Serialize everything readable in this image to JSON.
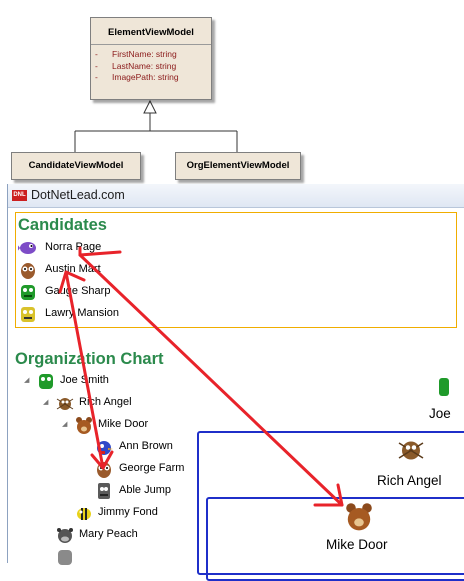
{
  "uml": {
    "base_class": {
      "name": "ElementViewModel",
      "attributes": [
        "FirstName:  string",
        "LastName:  string",
        "ImagePath:  string"
      ]
    },
    "derived_classes": [
      "CandidateViewModel",
      "OrgElementViewModel"
    ]
  },
  "app": {
    "logo_text": "DNL",
    "title": "DotNetLead.com",
    "candidates": {
      "heading": "Candidates",
      "items": [
        {
          "name": "Norra Page",
          "icon": "fish-icon"
        },
        {
          "name": "Austin Mart",
          "icon": "owl-icon"
        },
        {
          "name": "Gauge Sharp",
          "icon": "green-monster-icon"
        },
        {
          "name": "Lawry Mansion",
          "icon": "yellow-monster-icon"
        }
      ]
    },
    "org_chart": {
      "heading": "Organization Chart",
      "tree": [
        {
          "name": "Joe Smith",
          "icon": "green-monster-icon",
          "level": 0
        },
        {
          "name": "Rich Angel",
          "icon": "spider-icon",
          "level": 1
        },
        {
          "name": "Mike Door",
          "icon": "bear-icon",
          "level": 2
        },
        {
          "name": "Ann Brown",
          "icon": "bird-icon",
          "level": 3
        },
        {
          "name": "George Farm",
          "icon": "owl-icon",
          "level": 3
        },
        {
          "name": "Able Jump",
          "icon": "robot-icon",
          "level": 3
        },
        {
          "name": "Jimmy Fond",
          "icon": "bee-icon",
          "level": 2
        },
        {
          "name": "Mary Peach",
          "icon": "cow-icon",
          "level": 1
        }
      ],
      "chart_nodes": {
        "top_cut": "Joe",
        "middle": "Rich Angel",
        "inner": "Mike Door"
      }
    }
  },
  "colors": {
    "heading_green": "#2b8a4c",
    "panel_border": "#f0ad00",
    "chart_border": "#1f2fc9",
    "arrow_red": "#e8232a",
    "attr_red": "#8b1a1a"
  }
}
